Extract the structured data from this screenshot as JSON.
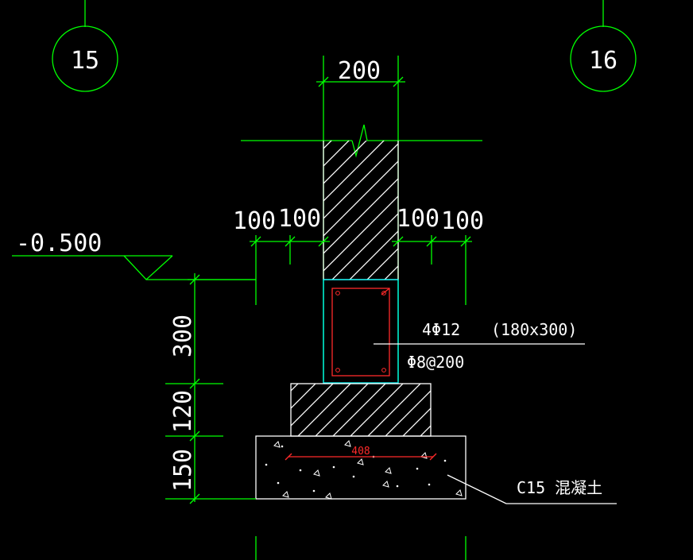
{
  "axis_labels": {
    "left": "15",
    "right": "16"
  },
  "dimensions": {
    "wall_width": "200",
    "offset_left_outer": "100",
    "offset_left_inner": "100",
    "offset_right_inner": "100",
    "offset_right_outer": "100",
    "ground_beam_height": "300",
    "step_height": "120",
    "footing_height": "150",
    "rebar_length": "408"
  },
  "elevation": "-0.500",
  "beam_notes": {
    "main_rebar": "4Φ12",
    "section": "(180x300)",
    "stirrup": "Φ8@200"
  },
  "material_label": "C15 混凝土",
  "colors": {
    "dim_line": "#00ff00",
    "outline": "#ffffff",
    "beam_outline": "#00ffff",
    "rebar": "#ff2a2a"
  }
}
